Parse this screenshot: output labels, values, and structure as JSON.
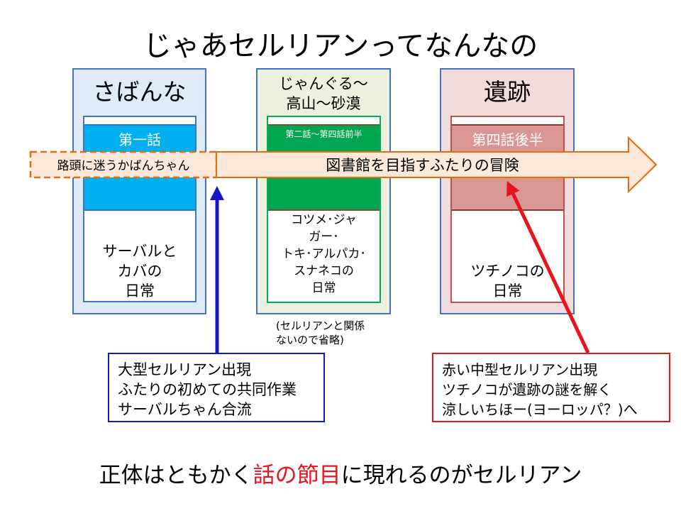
{
  "title": "じゃあセルリアンってなんなの",
  "panels": {
    "savanna": {
      "title": "さばんな",
      "episode": "第一話",
      "daily_lines": [
        "サーバルと",
        "カバの",
        "日常"
      ]
    },
    "jungle": {
      "title_lines": [
        "じゃんぐる～",
        "高山～砂漠"
      ],
      "episode": "第二話～第四話前半",
      "daily_lines": [
        "コツメ･ジャ",
        "ガー･",
        "トキ･アルパカ･",
        "スナネコの",
        "日常"
      ],
      "note_lines": [
        "(セルリアンと関係",
        "ないので省略)"
      ]
    },
    "ruins": {
      "title": "遺跡",
      "episode": "第四話後半",
      "daily_lines": [
        "ツチノコの",
        "日常"
      ]
    }
  },
  "arrow": {
    "lost_label": "路頭に迷うかばんちゃん",
    "main_label": "図書館を目指すふたりの冒険"
  },
  "callouts": {
    "blue": {
      "lines": [
        "大型セルリアン出現",
        "ふたりの初めての共同作業",
        "サーバルちゃん合流"
      ],
      "color": "#1515cc"
    },
    "red": {
      "lines": [
        "赤い中型セルリアン出現",
        "ツチノコが遺跡の謎を解く",
        "涼しいちほー(ヨーロッパ？)へ"
      ],
      "color": "#e8131b"
    }
  },
  "bottom": {
    "pre": "正体はともかく",
    "highlight": "話の節目",
    "post": "に現れるのがセルリアン"
  },
  "colors": {
    "savanna_bg": "#deebf7",
    "savanna_border": "#4472c4",
    "savanna_episode": "#00b0f0",
    "jungle_bg": "#ebf1de",
    "jungle_border": "#00b050",
    "jungle_episode": "#00a650",
    "ruins_bg": "#f2dcdb",
    "ruins_border": "#c0504d",
    "ruins_episode": "#da9694",
    "arrow_fill": "#fde9d9",
    "arrow_border": "#e46c0a"
  }
}
